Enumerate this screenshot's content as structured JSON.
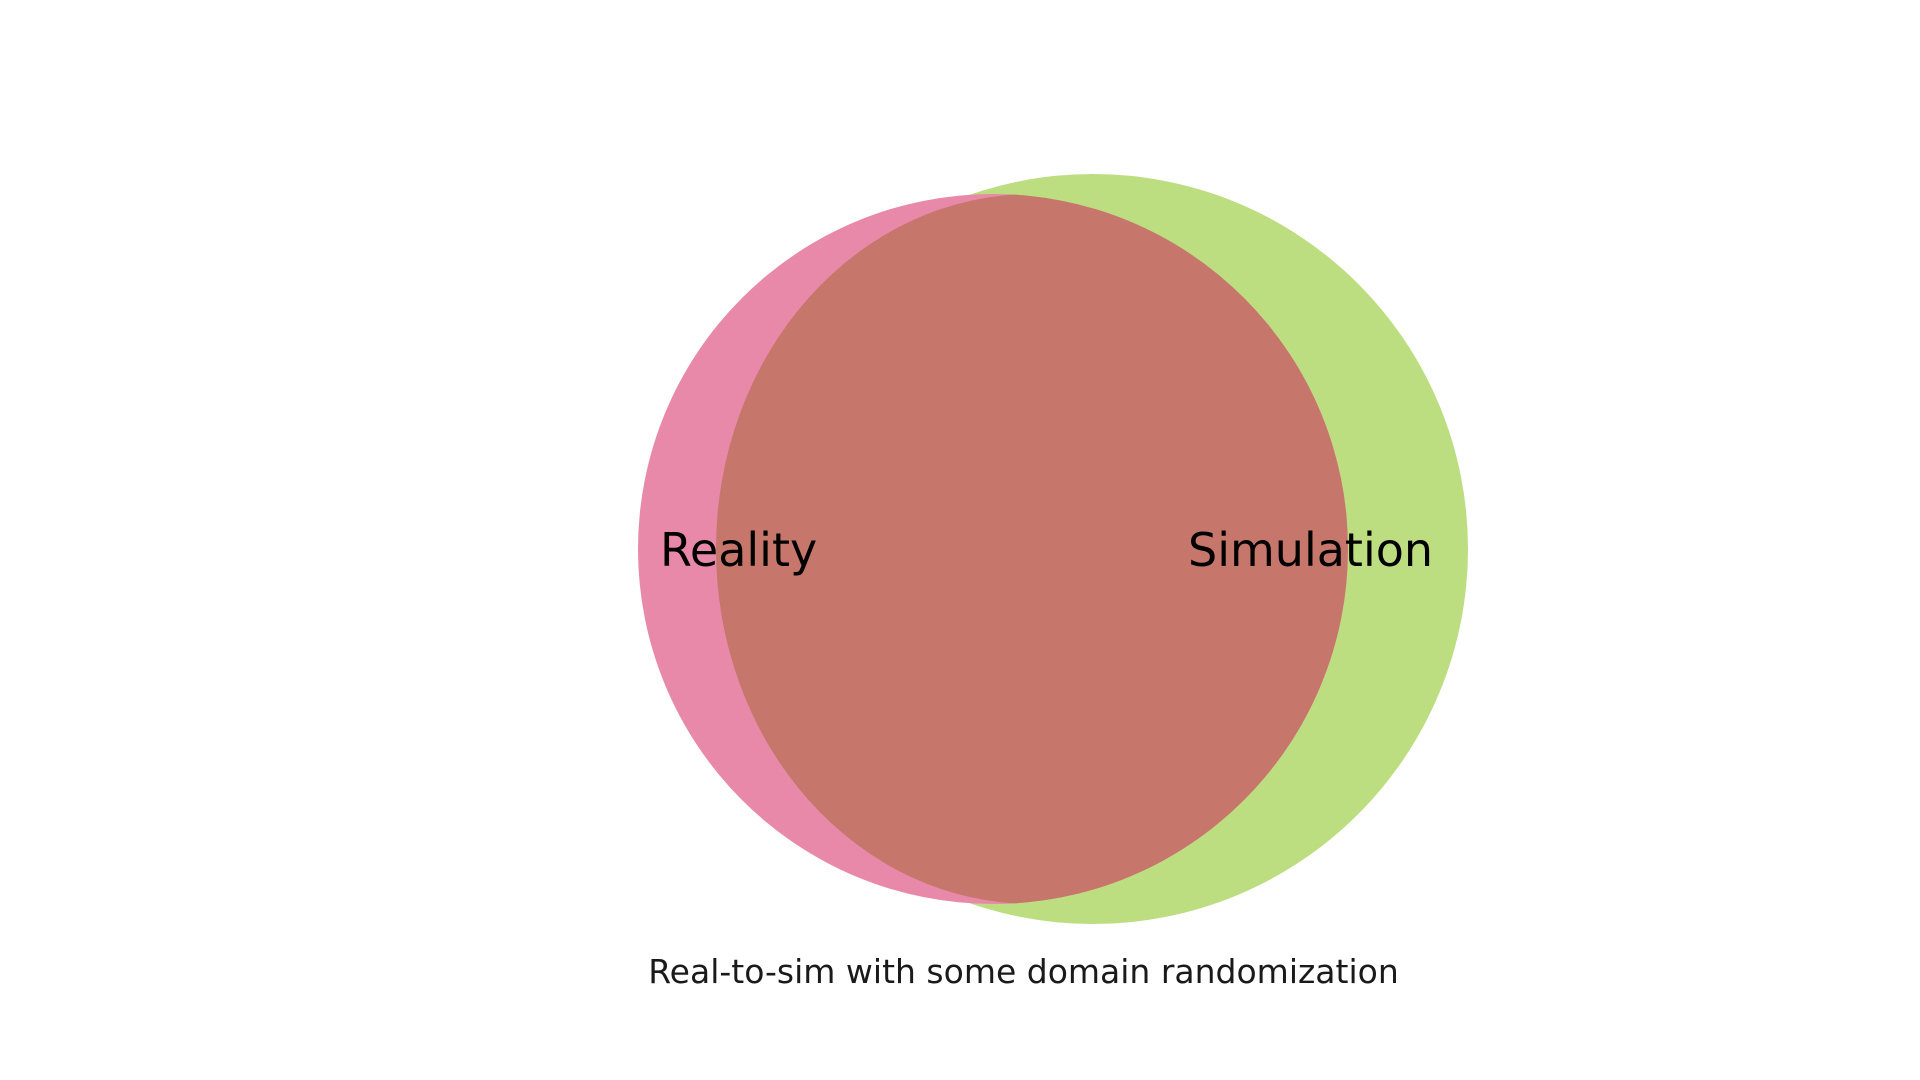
{
  "diagram": {
    "type": "venn",
    "sets": [
      {
        "id": "reality",
        "label": "Reality",
        "color": "#e889aa"
      },
      {
        "id": "simulation",
        "label": "Simulation",
        "color": "#bcdd80"
      }
    ],
    "overlap_color": "#c6766b",
    "caption": "Real-to-sim with some domain randomization"
  }
}
